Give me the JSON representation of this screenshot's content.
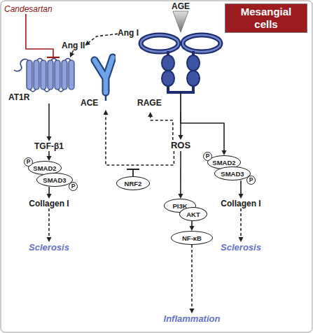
{
  "diagram": {
    "title": "Mesangial cells",
    "nodes": [
      {
        "text": [
          "Candesartan"
        ]
      },
      {
        "text": [
          "AGE"
        ]
      },
      {
        "text": [
          "Ang I"
        ]
      },
      {
        "text": [
          "Ang II"
        ]
      },
      {
        "text": [
          "AT1R"
        ]
      },
      {
        "text": [
          "ACE"
        ]
      },
      {
        "text": [
          "RAGE"
        ]
      },
      {
        "text": [
          "TGF-β1"
        ]
      },
      {
        "text": [
          "ROS"
        ]
      },
      {
        "text": [
          "P"
        ]
      },
      {
        "text": [
          "SMAD2"
        ]
      },
      {
        "text": [
          "SMAD3"
        ]
      },
      {
        "text": [
          "P"
        ]
      },
      {
        "text": [
          "P"
        ]
      },
      {
        "text": [
          "SMAD2"
        ]
      },
      {
        "text": [
          "SMAD3"
        ]
      },
      {
        "text": [
          "P"
        ]
      },
      {
        "text": [
          "NRF2"
        ]
      },
      {
        "text": [
          "PI3K"
        ]
      },
      {
        "text": [
          "AKT"
        ]
      },
      {
        "text": [
          "Collagen I"
        ]
      },
      {
        "text": [
          "Collagen I"
        ]
      },
      {
        "text": [
          "NF-κB"
        ]
      },
      {
        "text": [
          "Sclerosis"
        ]
      },
      {
        "text": [
          "Sclerosis"
        ]
      },
      {
        "text": [
          "Inflammation"
        ]
      }
    ],
    "edges": [
      {
        "from": 0,
        "to": 4,
        "arrow": "to"
      },
      {
        "from": 3,
        "to": 4,
        "arrow": "to"
      },
      {
        "from": 2,
        "to": 3,
        "arrow": "to"
      },
      {
        "from": 1,
        "to": 6,
        "arrow": "to"
      },
      {
        "from": 6,
        "to": 8,
        "arrow": "to"
      },
      {
        "from": 8,
        "to": 6,
        "arrow": "to"
      },
      {
        "from": 8,
        "to": 5,
        "arrow": "to"
      },
      {
        "from": 8,
        "to": 18,
        "arrow": "to"
      },
      {
        "from": 6,
        "to": 14,
        "arrow": "to"
      },
      {
        "from": 4,
        "to": 7,
        "arrow": "to"
      },
      {
        "from": 7,
        "to": 10,
        "arrow": "to"
      },
      {
        "from": 11,
        "to": 20,
        "arrow": "to"
      },
      {
        "from": 20,
        "to": 23,
        "arrow": "to"
      },
      {
        "from": 15,
        "to": 21,
        "arrow": "to"
      },
      {
        "from": 21,
        "to": 24,
        "arrow": "to"
      },
      {
        "from": 19,
        "to": 22,
        "arrow": "to"
      },
      {
        "from": 22,
        "to": 25,
        "arrow": "to"
      }
    ]
  }
}
